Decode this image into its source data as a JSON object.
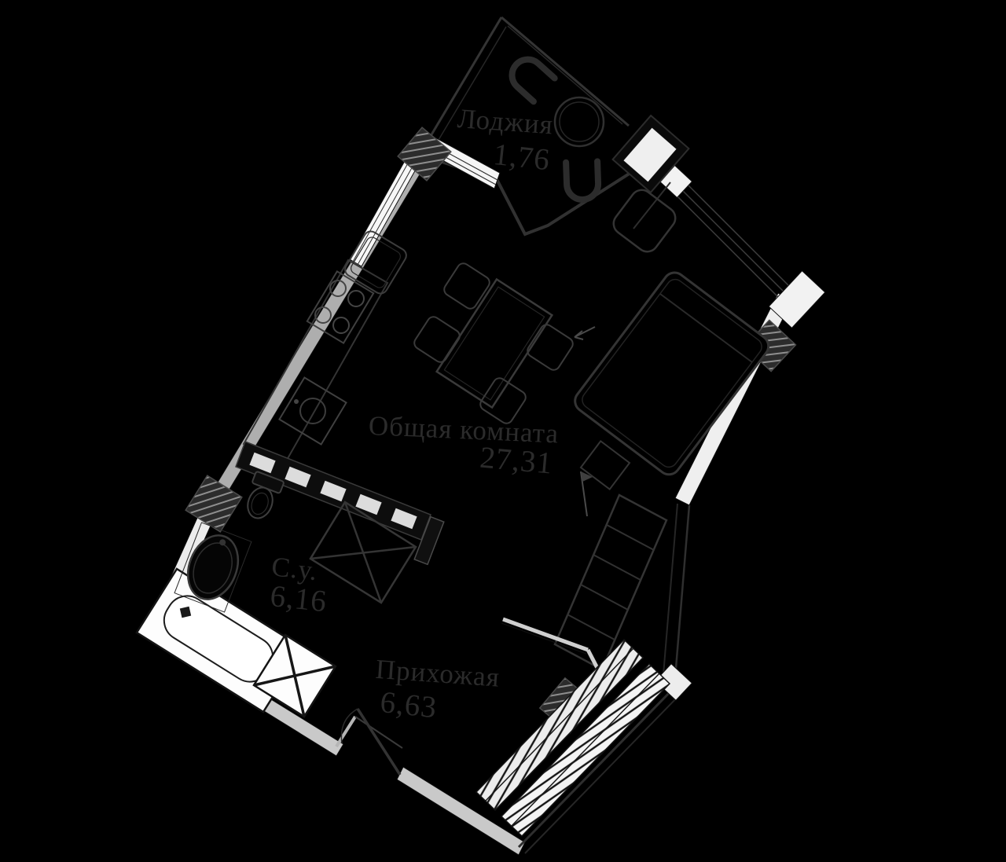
{
  "app": {
    "type": "apartment-floor-plan",
    "theme": "dark-blueprint"
  },
  "colors": {
    "background": "#000000",
    "wall_fill_light": "#c9c9c9",
    "wall_fill_white": "#f2f2f2",
    "line_dark": "#303030",
    "fixture_white": "#fdfdfd",
    "label_text": "#2b2b2b"
  },
  "rooms": [
    {
      "id": "loggia",
      "name": "Лоджия",
      "area": "1,76"
    },
    {
      "id": "living-room",
      "name": "Общая комната",
      "area": "27,31"
    },
    {
      "id": "bathroom",
      "name": "С.у.",
      "area": "6,16"
    },
    {
      "id": "hallway",
      "name": "Прихожая",
      "area": "6,63"
    }
  ]
}
